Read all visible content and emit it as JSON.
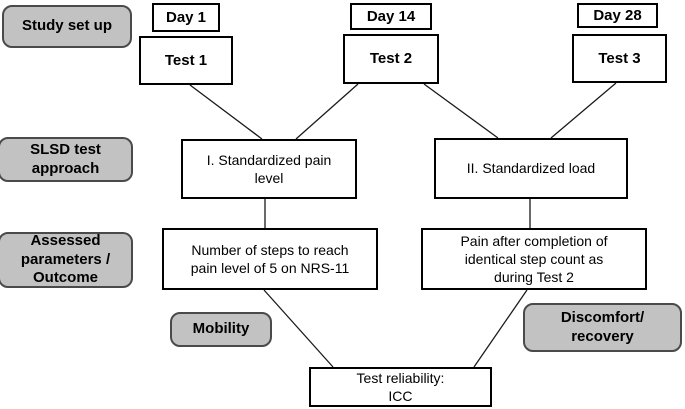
{
  "row_labels": {
    "study_setup": "Study set up",
    "slsd_test_approach": "SLSD test\napproach",
    "assessed_parameters": "Assessed\nparameters /\nOutcome"
  },
  "timeline": {
    "day1": "Day 1",
    "day14": "Day 14",
    "day28": "Day 28",
    "test1": "Test 1",
    "test2": "Test 2",
    "test3": "Test 3"
  },
  "approaches": {
    "standardized_pain_level": "I. Standardized pain\nlevel",
    "standardized_load": "II. Standardized load"
  },
  "outcomes": {
    "steps_to_pain": "Number of steps to reach\npain level of 5 on NRS-11",
    "pain_after_steps": "Pain after completion of\nidentical step count as\nduring Test 2"
  },
  "tags": {
    "mobility": "Mobility",
    "discomfort_recovery": "Discomfort/\nrecovery"
  },
  "reliability": "Test reliability:\nICC",
  "colors": {
    "label_fill": "#c2c2c2",
    "label_border": "#4a4a4a",
    "box_fill": "#ffffff",
    "box_border": "#000000",
    "connector": "#1a1a1a",
    "background": "#ffffff"
  }
}
